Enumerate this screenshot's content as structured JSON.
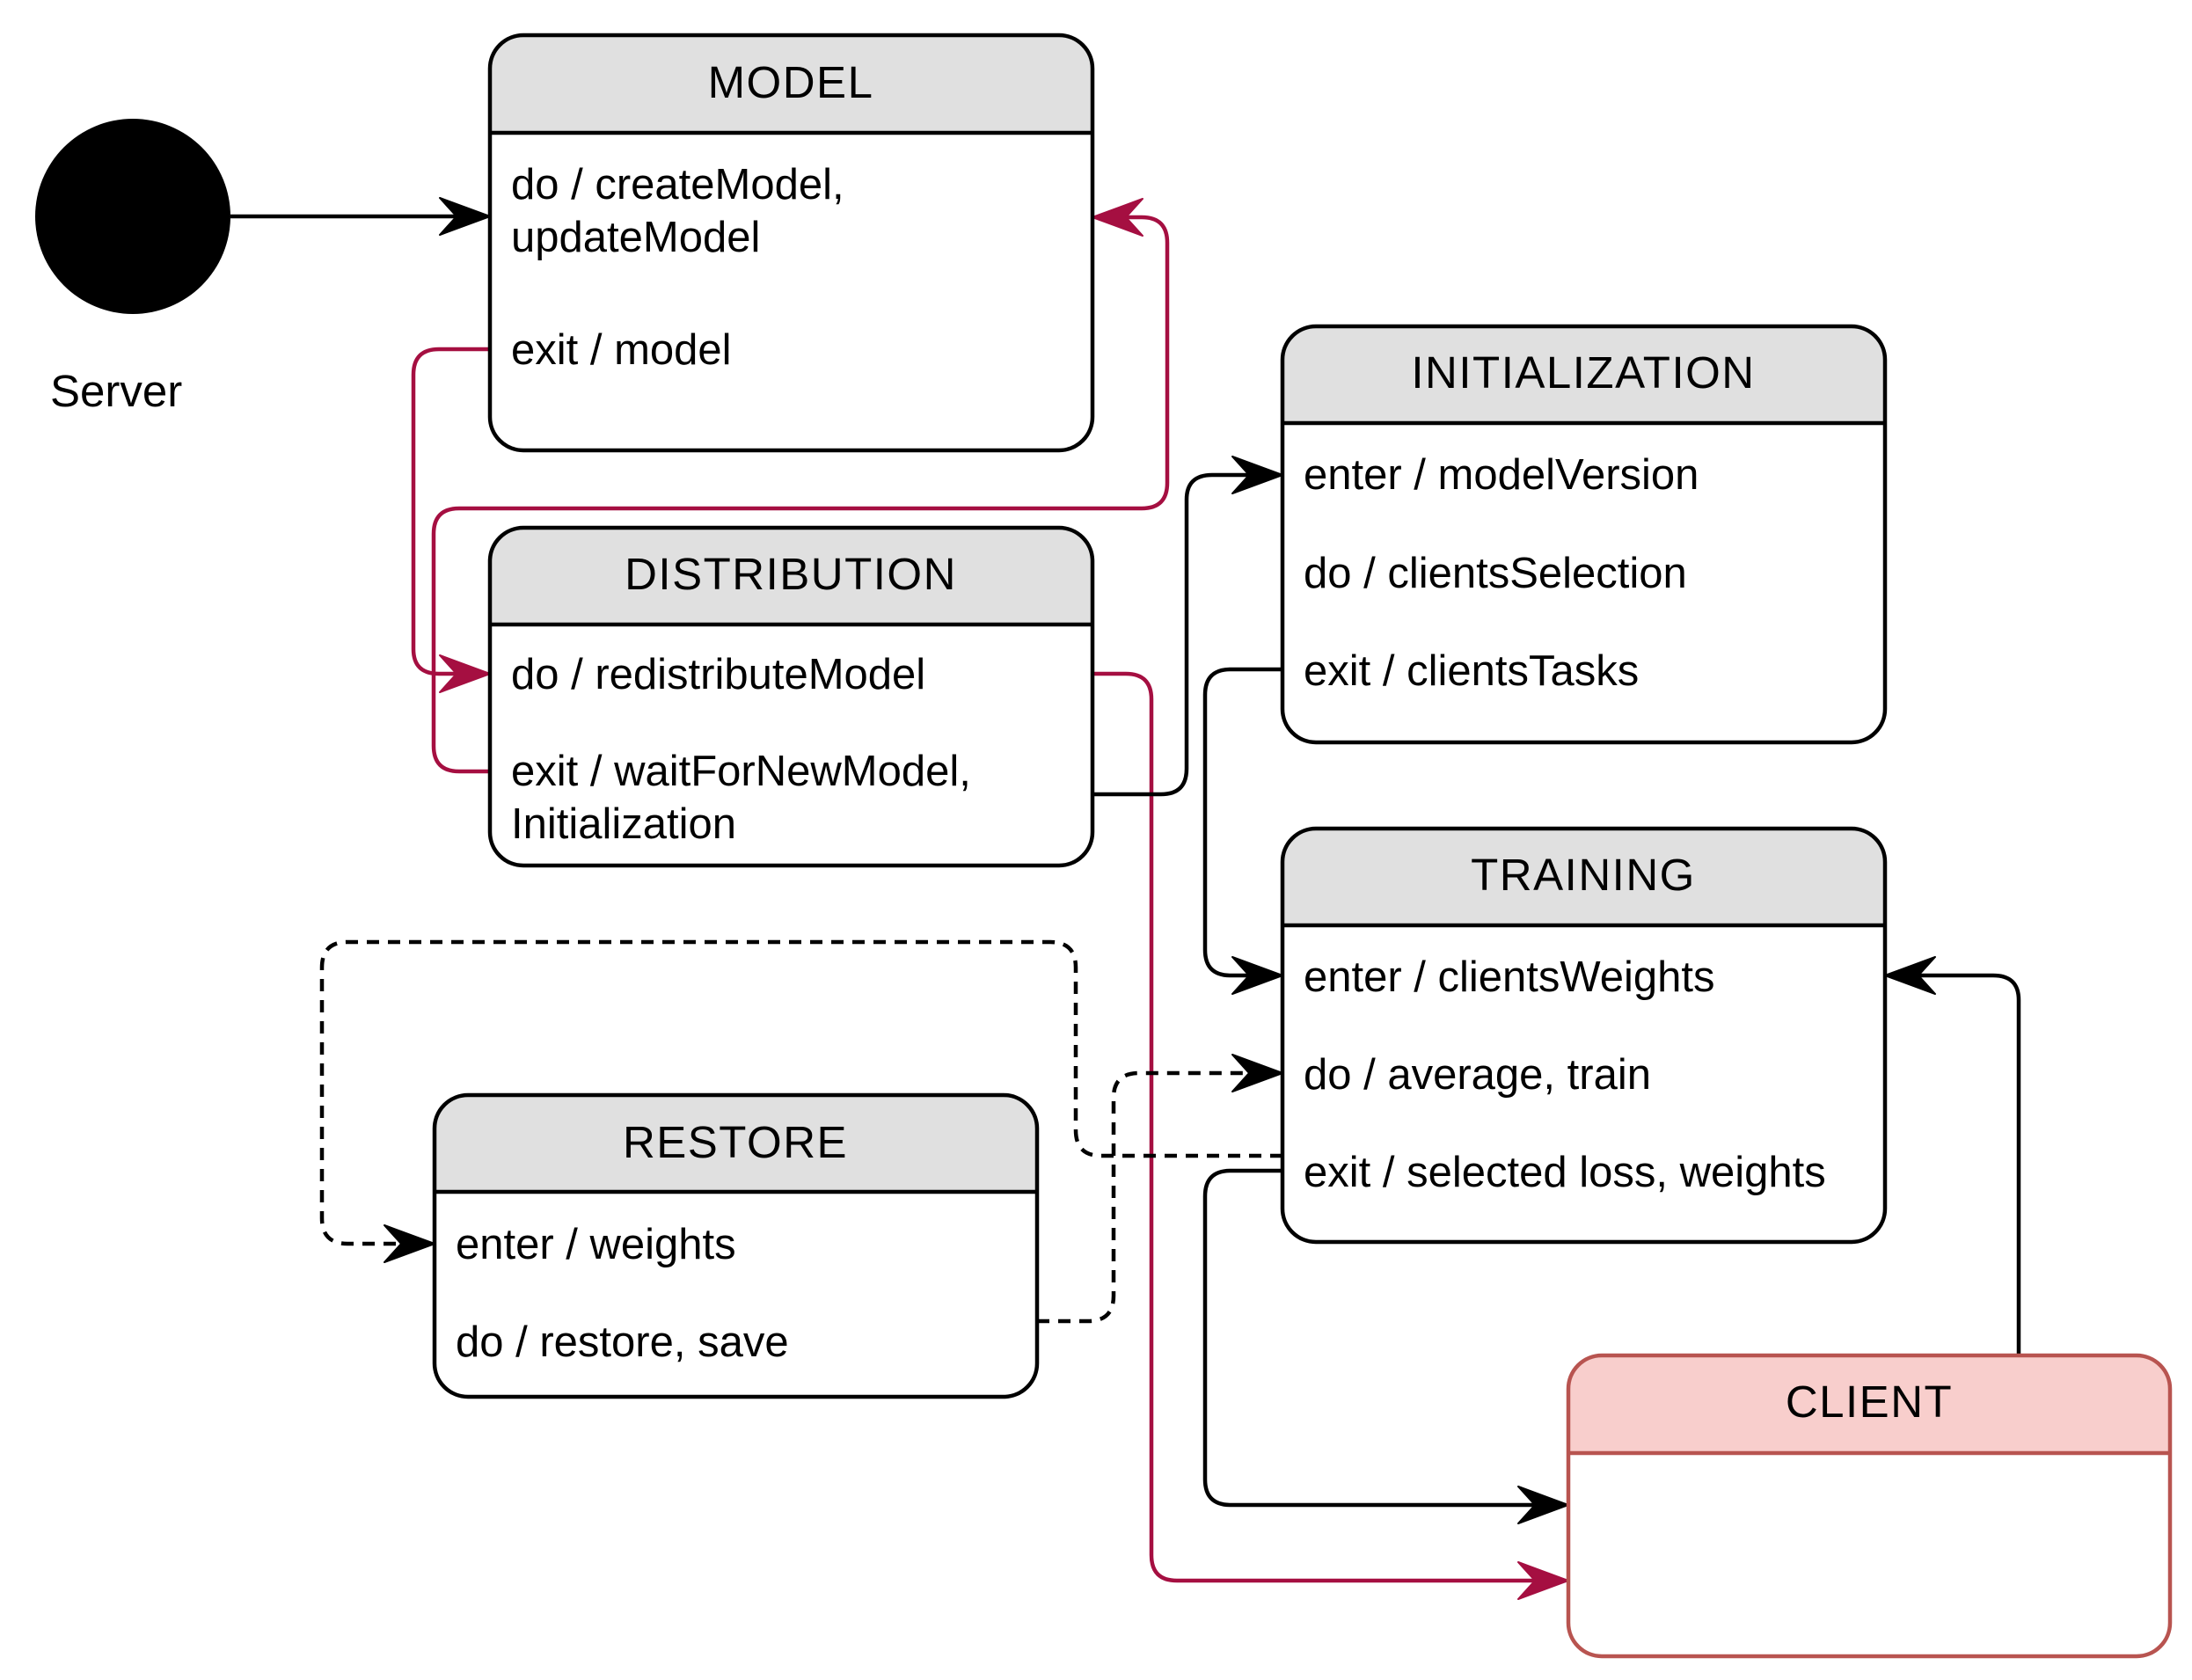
{
  "start_label": "Server",
  "states": {
    "model": {
      "title": "MODEL",
      "lines": [
        "do / createModel,",
        "updateModel",
        "exit / model"
      ]
    },
    "distribution": {
      "title": "DISTRIBUTION",
      "lines": [
        "do / redistributeModel",
        "exit / waitForNewModel,",
        "Initialization"
      ]
    },
    "initialization": {
      "title": "INITIALIZATION",
      "lines": [
        "enter / modelVersion",
        "do / clientsSelection",
        "exit / clientsTasks"
      ]
    },
    "training": {
      "title": "TRAINING",
      "lines": [
        "enter / clientsWeights",
        "do / average, train",
        "exit / selected loss, weights"
      ]
    },
    "restore": {
      "title": "RESTORE",
      "lines": [
        "enter / weights",
        "do / restore, save"
      ]
    },
    "client": {
      "title": "CLIENT",
      "lines": []
    }
  },
  "colors": {
    "state_header": "#e0e0e0",
    "state_border": "#000000",
    "client_fill": "#f8cecc",
    "client_border": "#b85450",
    "red_transition": "#a50f41",
    "black_transition": "#000000"
  }
}
